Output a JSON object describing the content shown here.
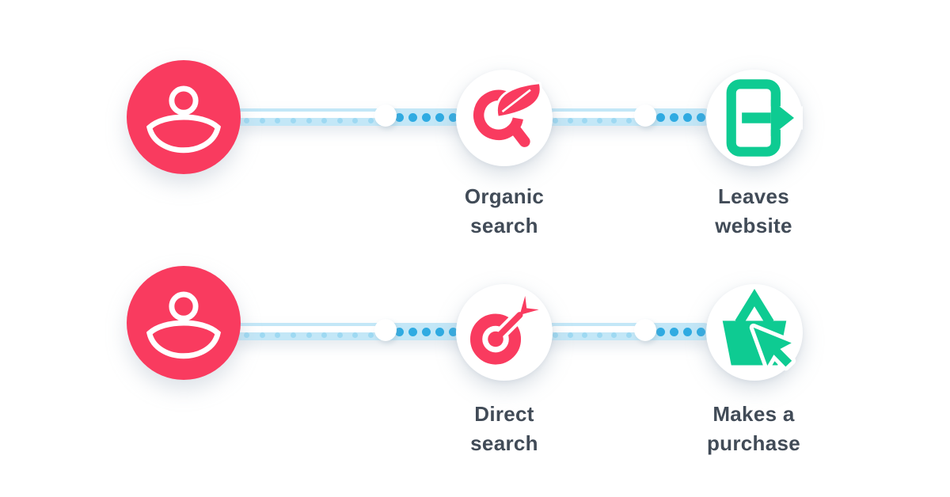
{
  "palette": {
    "pink": "#f93b5f",
    "green": "#0ecb92",
    "track_blue": "#c3e7f7",
    "dot_blue": "#2fabe2",
    "dot_faint_blue": "#9ed9f2",
    "label_text": "#414b57",
    "surface": "#ffffff"
  },
  "journeys": [
    {
      "persona_icon": "user-icon",
      "steps": [
        {
          "icon": "organic-search-icon",
          "label": [
            "Organic",
            "search"
          ]
        },
        {
          "icon": "leaves-website-icon",
          "label": [
            "Leaves",
            "website"
          ]
        }
      ]
    },
    {
      "persona_icon": "user-icon",
      "steps": [
        {
          "icon": "direct-search-icon",
          "label": [
            "Direct",
            "search"
          ]
        },
        {
          "icon": "makes-purchase-icon",
          "label": [
            "Makes a",
            "purchase"
          ]
        }
      ]
    }
  ]
}
